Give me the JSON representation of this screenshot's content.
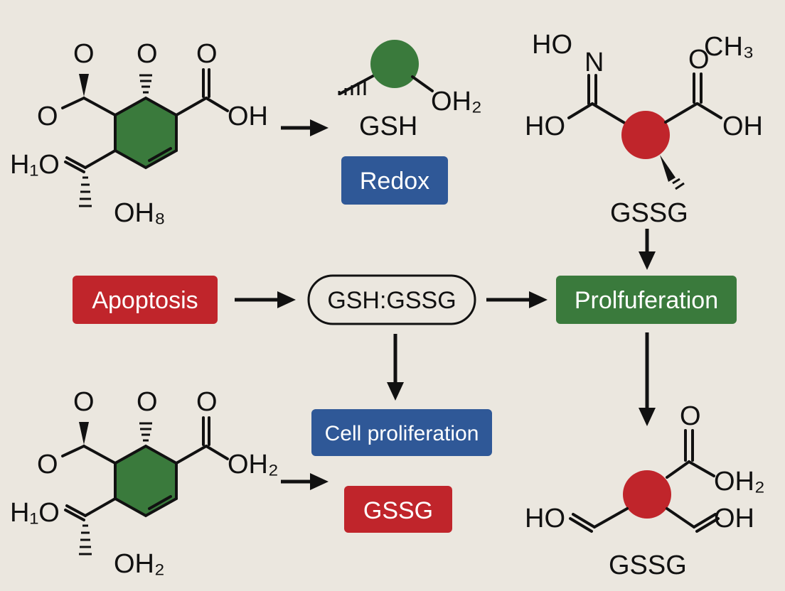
{
  "colors": {
    "background": "#ebe7df",
    "green": "#3a7a3c",
    "red": "#c0252b",
    "blue": "#2f5897",
    "ink": "#111111"
  },
  "molecules": {
    "top_left": {
      "o_left": "O",
      "o_mid": "O",
      "o_right": "O",
      "o_side": "O",
      "oh": "OH",
      "h1o": "H₁O",
      "oh8": "OH₈"
    },
    "gsh": {
      "oh2": "OH₂",
      "label": "GSH"
    },
    "top_right": {
      "ho_top": "HO",
      "n": "N",
      "ch3": "CH₃",
      "o": "O",
      "ho_left": "HO",
      "oh": "OH",
      "label": "GSSG"
    },
    "bottom_left": {
      "o_left": "O",
      "o_mid": "O",
      "o_right": "O",
      "o_side": "O",
      "oh2": "OH₂",
      "h1o": "H₁O",
      "oh2_bottom": "OH₂"
    },
    "bottom_right": {
      "o": "O",
      "oh2": "OH₂",
      "ho": "HO",
      "oh": "OH",
      "label": "GSSG"
    }
  },
  "boxes": {
    "redox": "Redox",
    "apoptosis": "Apoptosis",
    "ratio": "GSH:GSSG",
    "proliferation": "Prolfuferation",
    "cell_proliferation": "Cell proliferation",
    "gssg": "GSSG"
  }
}
